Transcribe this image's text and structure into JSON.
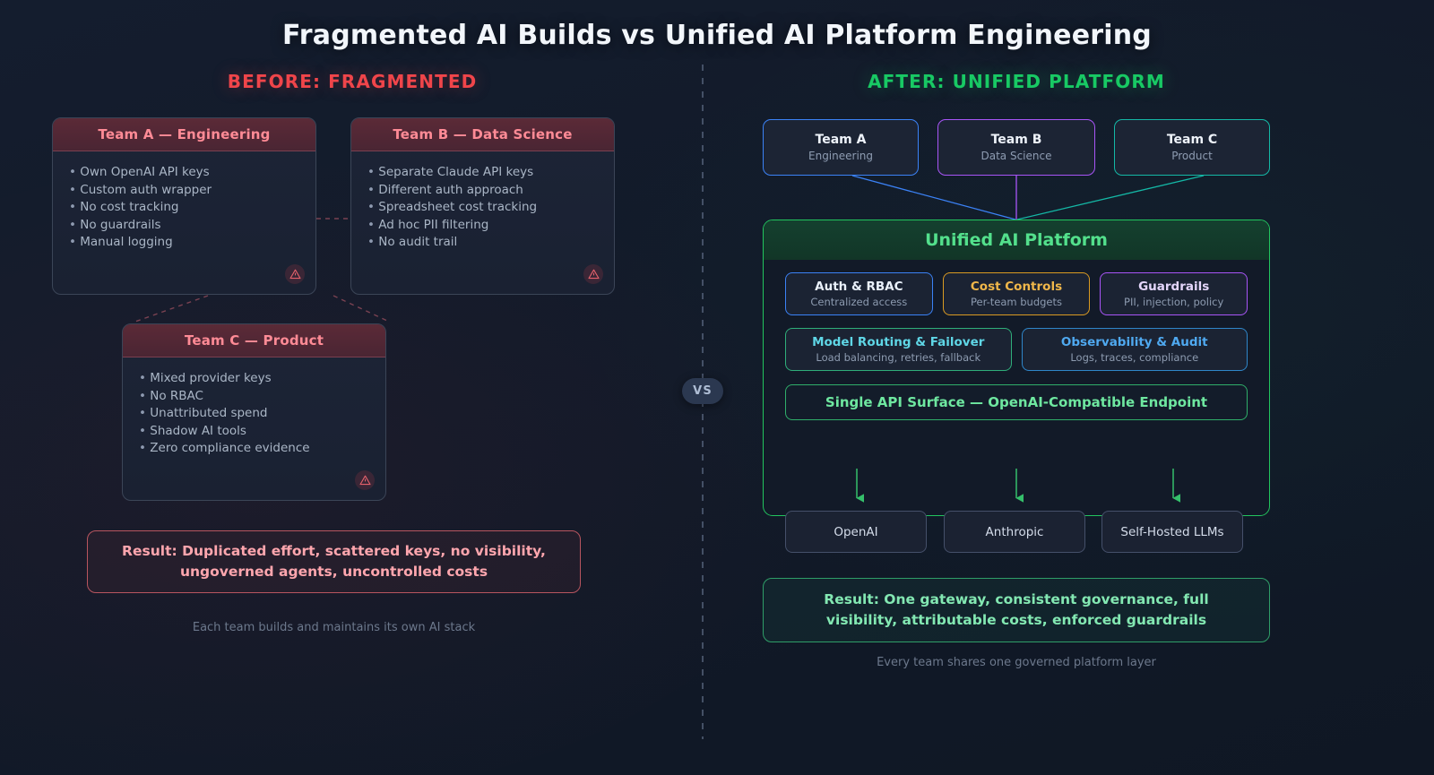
{
  "title": "Fragmented AI Builds vs Unified AI Platform Engineering",
  "divider": {
    "vs_label": "VS"
  },
  "before": {
    "heading": "BEFORE: FRAGMENTED",
    "accent": "#f0454a",
    "cards": [
      {
        "title": "Team A — Engineering",
        "items": [
          "Own OpenAI API keys",
          "Custom auth wrapper",
          "No cost tracking",
          "No guardrails",
          "Manual logging"
        ],
        "badge_icon": "warning-triangle-icon"
      },
      {
        "title": "Team B — Data Science",
        "items": [
          "Separate Claude API keys",
          "Different auth approach",
          "Spreadsheet cost tracking",
          "Ad hoc PII filtering",
          "No audit trail"
        ],
        "badge_icon": "warning-triangle-icon"
      },
      {
        "title": "Team C — Product",
        "items": [
          "Mixed provider keys",
          "No RBAC",
          "Unattributed spend",
          "Shadow AI tools",
          "Zero compliance evidence"
        ],
        "badge_icon": "warning-triangle-icon"
      }
    ],
    "result": "Result: Duplicated effort, scattered keys, no visibility, ungoverned agents, uncontrolled costs",
    "caption": "Each team builds and maintains its own AI stack"
  },
  "after": {
    "heading": "AFTER: UNIFIED PLATFORM",
    "accent": "#18c964",
    "teams": [
      {
        "name": "Team A",
        "role": "Engineering",
        "color": "#3b82f6"
      },
      {
        "name": "Team B",
        "role": "Data Science",
        "color": "#a855f7"
      },
      {
        "name": "Team C",
        "role": "Product",
        "color": "#14b8a6"
      }
    ],
    "platform": {
      "title": "Unified AI Platform",
      "features_row1": [
        {
          "title": "Auth & RBAC",
          "subtitle": "Centralized access",
          "color": "#3b82f6"
        },
        {
          "title": "Cost Controls",
          "subtitle": "Per-team budgets",
          "color": "#f0b74a"
        },
        {
          "title": "Guardrails",
          "subtitle": "PII, injection, policy",
          "color": "#a855f7"
        }
      ],
      "features_row2": [
        {
          "title": "Model Routing & Failover",
          "subtitle": "Load balancing, retries, fallback",
          "color": "#2fae7a"
        },
        {
          "title": "Observability & Audit",
          "subtitle": "Logs, traces, compliance",
          "color": "#2f86c9"
        }
      ],
      "api_bar": "Single API Surface — OpenAI-Compatible Endpoint"
    },
    "providers": [
      "OpenAI",
      "Anthropic",
      "Self-Hosted LLMs"
    ],
    "result": "Result: One gateway, consistent governance, full visibility, attributable costs, enforced guardrails",
    "caption": "Every team shares one governed platform layer"
  }
}
